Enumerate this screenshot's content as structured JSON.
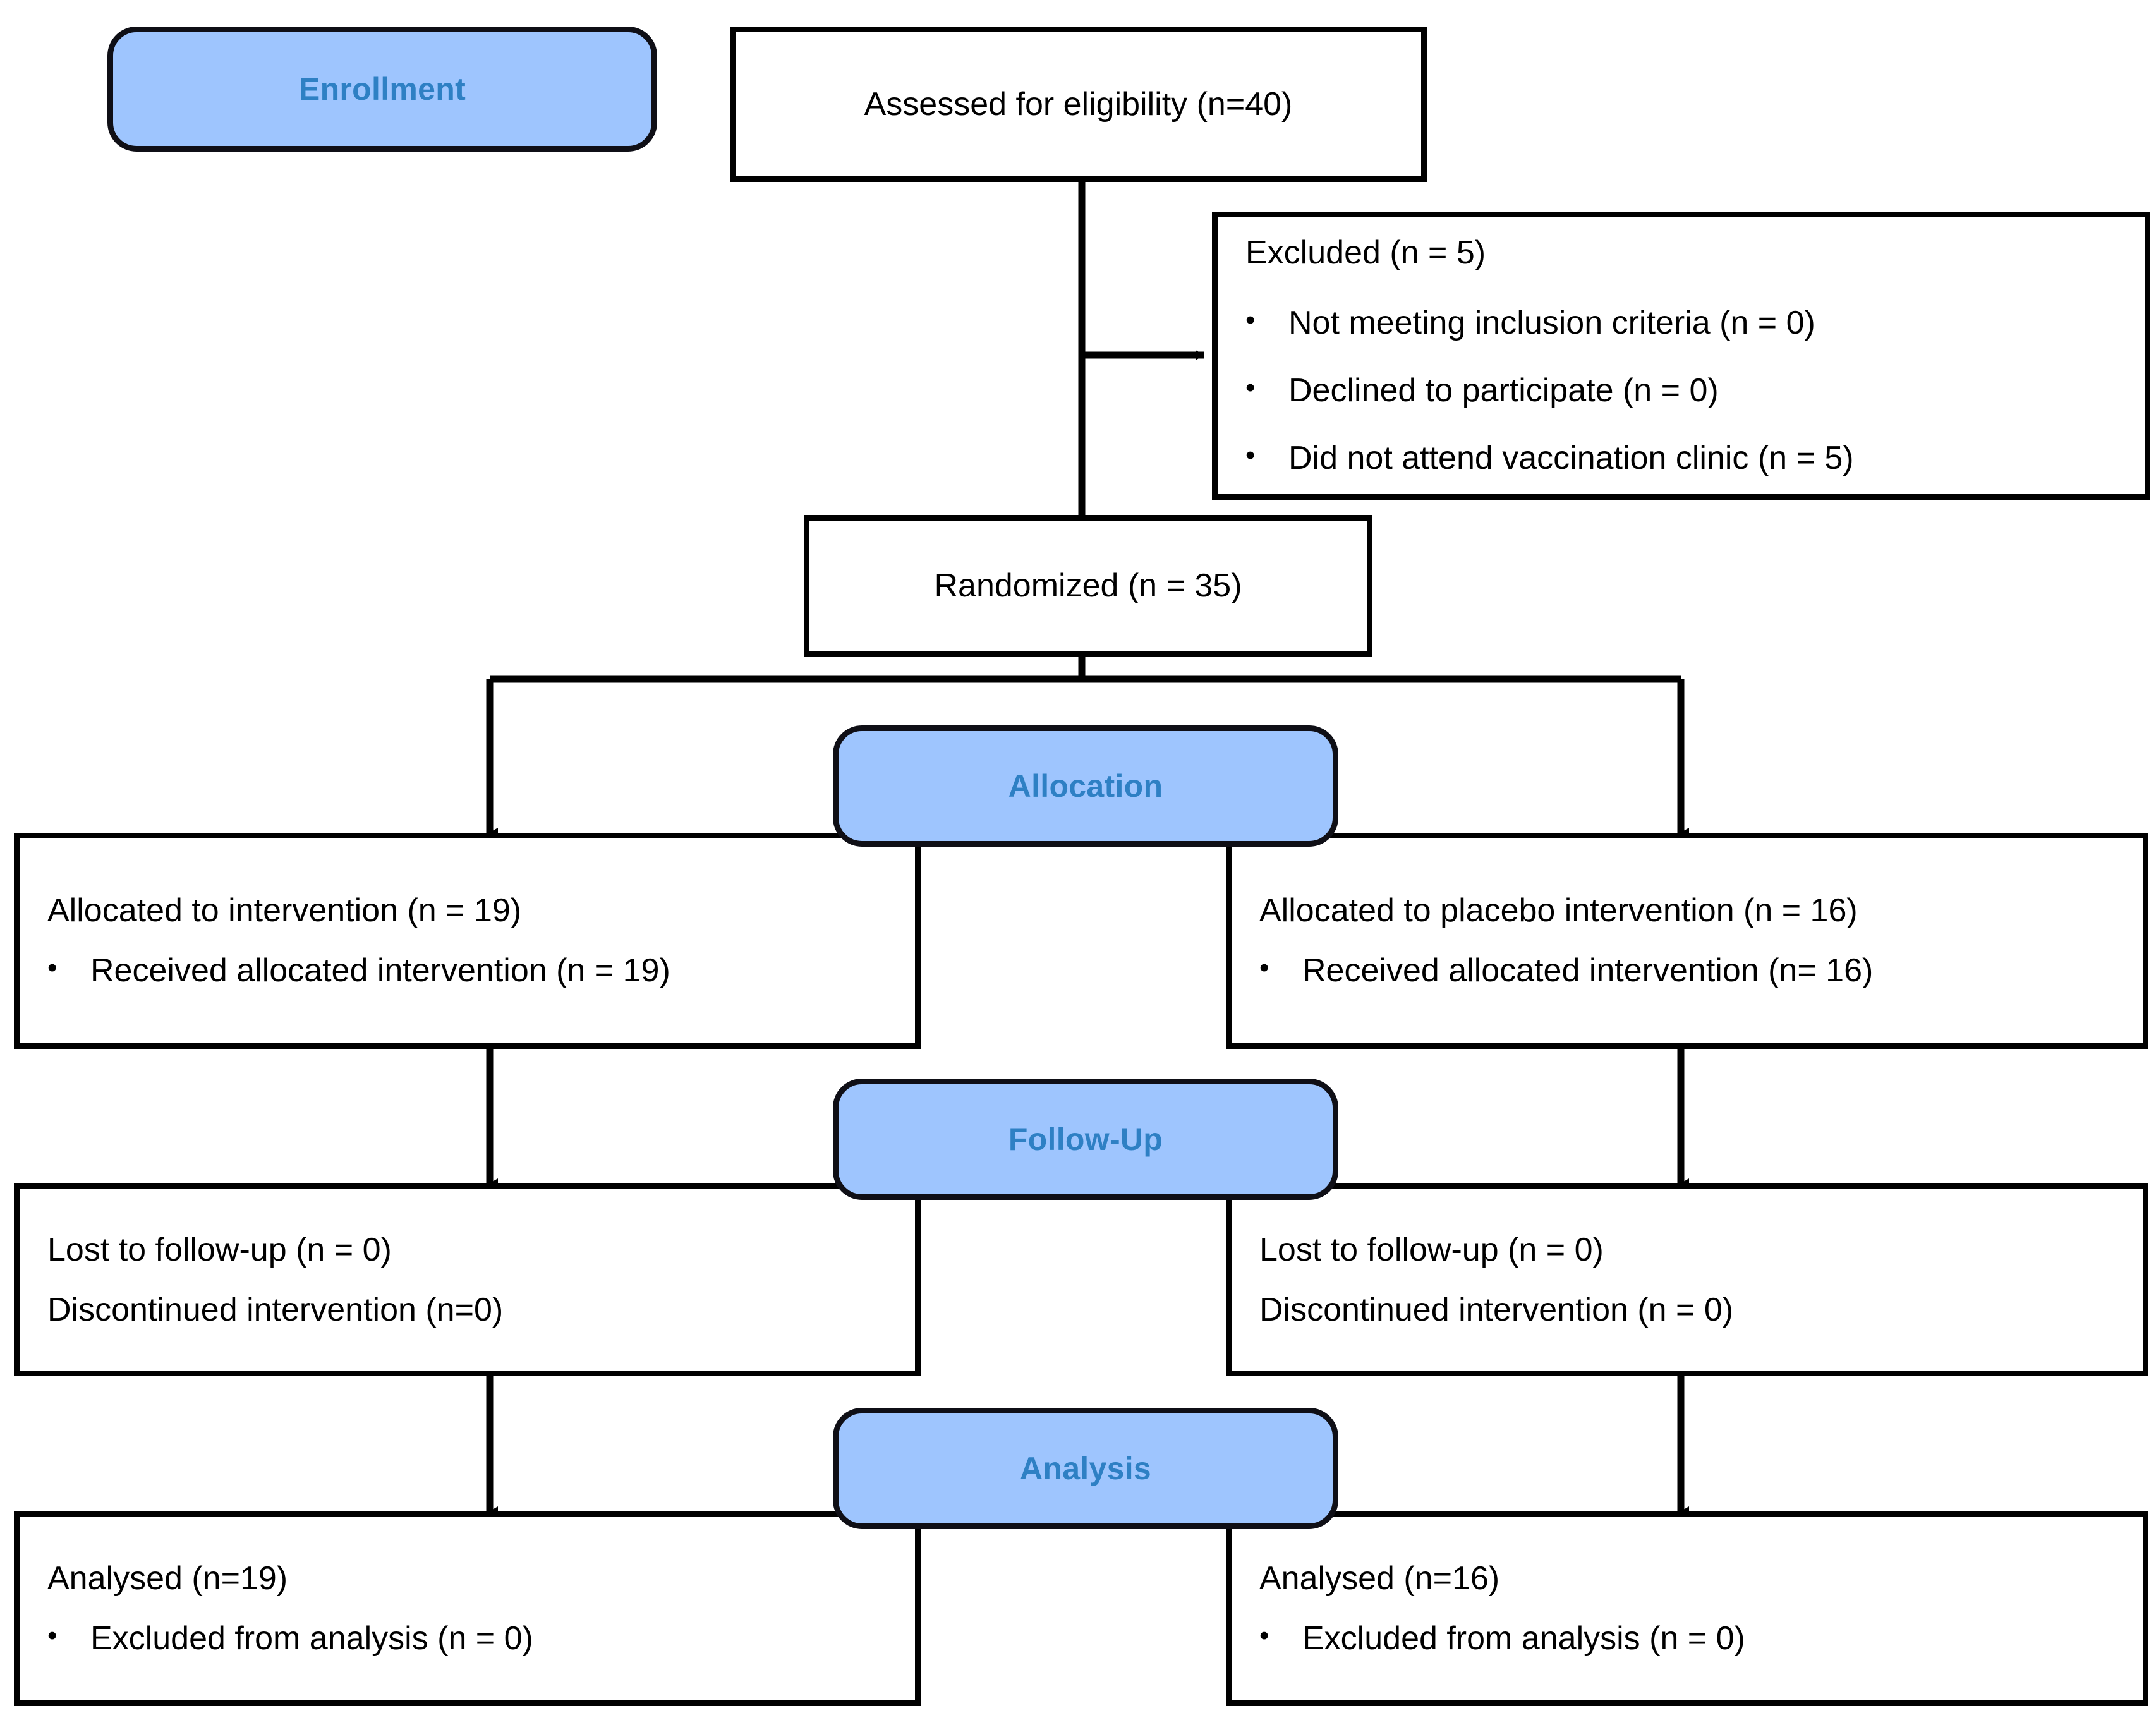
{
  "diagram": {
    "title": "CONSORT participant flow diagram",
    "colors": {
      "badge_fill": "#9EC5FE",
      "badge_border": "#0F0F16",
      "badge_text": "#2E80C4",
      "box_border": "#000000",
      "box_fill": "#FFFFFF",
      "connector": "#000000",
      "page_background": "#FFFFFF"
    }
  },
  "stage_badges": {
    "enrollment": "Enrollment",
    "allocation": "Allocation",
    "follow_up": "Follow-Up",
    "analysis": "Analysis"
  },
  "enrollment": {
    "assessed": {
      "text": "Assessed for eligibility (n=40)"
    },
    "excluded": {
      "heading": "Excluded (n = 5)",
      "bullets": [
        "Not meeting inclusion criteria (n = 0)",
        "Declined to participate (n = 0)",
        "Did not attend vaccination clinic (n = 5)"
      ]
    },
    "randomized": {
      "text": "Randomized (n = 35)"
    }
  },
  "allocation": {
    "left": {
      "heading": "Allocated to intervention (n = 19)",
      "bullets": [
        "Received allocated intervention (n = 19)"
      ]
    },
    "right": {
      "heading": "Allocated to placebo intervention (n = 16)",
      "bullets": [
        "Received allocated intervention (n= 16)"
      ]
    }
  },
  "follow_up": {
    "left": {
      "lines": [
        "Lost to follow-up (n = 0)",
        "Discontinued intervention (n=0)"
      ]
    },
    "right": {
      "lines": [
        "Lost to follow-up (n = 0)",
        "Discontinued intervention (n = 0)"
      ]
    }
  },
  "analysis": {
    "left": {
      "heading": "Analysed (n=19)",
      "bullets": [
        "Excluded from analysis (n = 0)"
      ]
    },
    "right": {
      "heading": "Analysed (n=16)",
      "bullets": [
        "Excluded from analysis (n = 0)"
      ]
    }
  },
  "chart_data": {
    "type": "flowchart",
    "title": "CONSORT participant flow diagram",
    "nodes": [
      {
        "id": "assessed",
        "stage": "Enrollment",
        "label": "Assessed for eligibility (n=40)",
        "n": 40
      },
      {
        "id": "excluded",
        "stage": "Enrollment",
        "label": "Excluded (n = 5)",
        "n": 5,
        "children": [
          {
            "label": "Not meeting inclusion criteria (n = 0)",
            "n": 0
          },
          {
            "label": "Declined to participate (n = 0)",
            "n": 0
          },
          {
            "label": "Did not attend vaccination clinic (n = 5)",
            "n": 5
          }
        ]
      },
      {
        "id": "randomized",
        "stage": "Enrollment",
        "label": "Randomized (n = 35)",
        "n": 35
      },
      {
        "id": "alloc_left",
        "stage": "Allocation",
        "label": "Allocated to intervention (n = 19)",
        "n": 19,
        "children": [
          {
            "label": "Received allocated intervention (n = 19)",
            "n": 19
          }
        ]
      },
      {
        "id": "alloc_right",
        "stage": "Allocation",
        "label": "Allocated to placebo intervention (n = 16)",
        "n": 16,
        "children": [
          {
            "label": "Received allocated intervention (n= 16)",
            "n": 16
          }
        ]
      },
      {
        "id": "fu_left",
        "stage": "Follow-Up",
        "label": "Lost to follow-up (n = 0)",
        "n": 0,
        "children": [
          {
            "label": "Discontinued intervention (n=0)",
            "n": 0
          }
        ]
      },
      {
        "id": "fu_right",
        "stage": "Follow-Up",
        "label": "Lost to follow-up (n = 0)",
        "n": 0,
        "children": [
          {
            "label": "Discontinued intervention (n = 0)",
            "n": 0
          }
        ]
      },
      {
        "id": "an_left",
        "stage": "Analysis",
        "label": "Analysed (n=19)",
        "n": 19,
        "children": [
          {
            "label": "Excluded from analysis (n = 0)",
            "n": 0
          }
        ]
      },
      {
        "id": "an_right",
        "stage": "Analysis",
        "label": "Analysed (n=16)",
        "n": 16,
        "children": [
          {
            "label": "Excluded from analysis (n = 0)",
            "n": 0
          }
        ]
      }
    ],
    "edges": [
      {
        "from": "assessed",
        "to": "excluded",
        "type": "arrow-right"
      },
      {
        "from": "assessed",
        "to": "randomized",
        "type": "arrow-down"
      },
      {
        "from": "randomized",
        "to": "alloc_left",
        "type": "arrow-down-split"
      },
      {
        "from": "randomized",
        "to": "alloc_right",
        "type": "arrow-down-split"
      },
      {
        "from": "alloc_left",
        "to": "fu_left",
        "type": "arrow-down"
      },
      {
        "from": "alloc_right",
        "to": "fu_right",
        "type": "arrow-down"
      },
      {
        "from": "fu_left",
        "to": "an_left",
        "type": "arrow-down"
      },
      {
        "from": "fu_right",
        "to": "an_right",
        "type": "arrow-down"
      }
    ],
    "stages": [
      "Enrollment",
      "Allocation",
      "Follow-Up",
      "Analysis"
    ]
  }
}
